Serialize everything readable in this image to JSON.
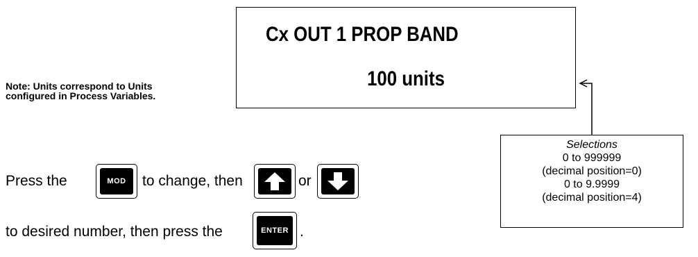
{
  "display": {
    "line1": "Cx  OUT 1 PROP BAND",
    "line2": "100 units"
  },
  "note": {
    "line1": "Note:  Units correspond to Units",
    "line2": "configured in Process Variables."
  },
  "selections": {
    "title": "Selections",
    "lines": [
      "0 to 999999",
      "(decimal position=0)",
      "0 to 9.9999",
      "(decimal position=4)"
    ]
  },
  "instructions": {
    "line1_part1": "Press the",
    "line1_part2": "to change, then",
    "line1_part3": "or",
    "line2_part1": "to desired  number, then press the",
    "line2_part2": "."
  },
  "keys": {
    "mod": "MOD",
    "up": "up-arrow-icon",
    "down": "down-arrow-icon",
    "enter": "ENTER"
  }
}
